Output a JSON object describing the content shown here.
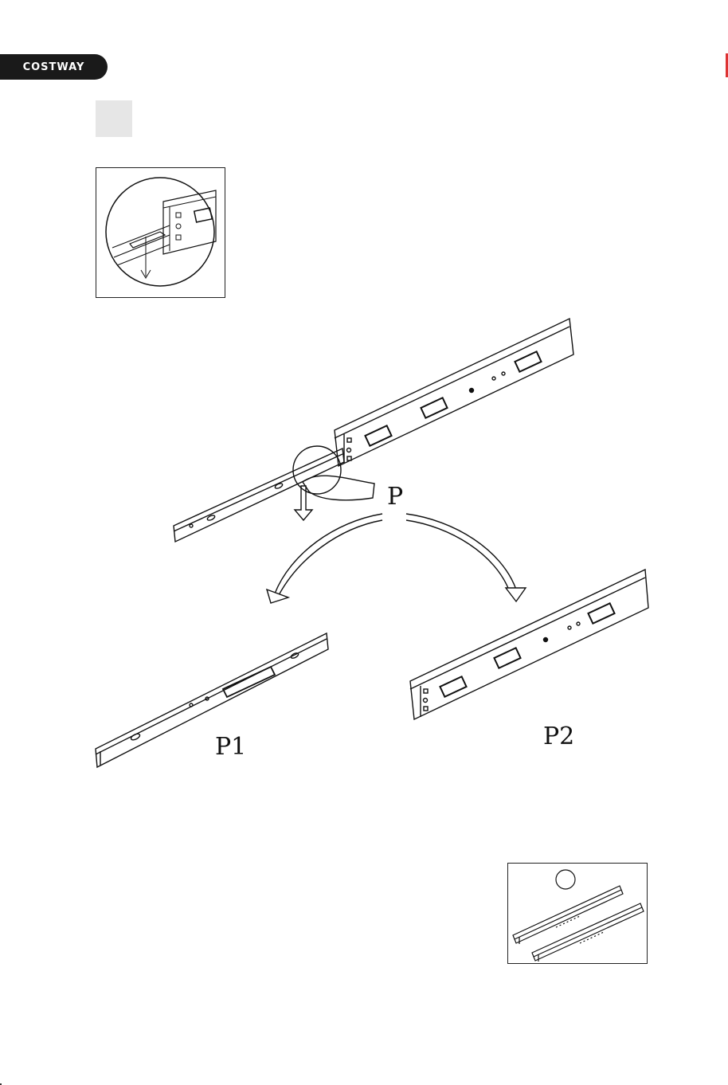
{
  "header": {
    "brand": "COSTWAY"
  },
  "step": {
    "number": ""
  },
  "labels": {
    "p": "P",
    "p1": "P1",
    "p2": "P2"
  },
  "tray": {
    "circle_label": ""
  },
  "colors": {
    "ink": "#111111",
    "brand_bg": "#1a1a1a",
    "step_bg": "#e6e6e6"
  }
}
